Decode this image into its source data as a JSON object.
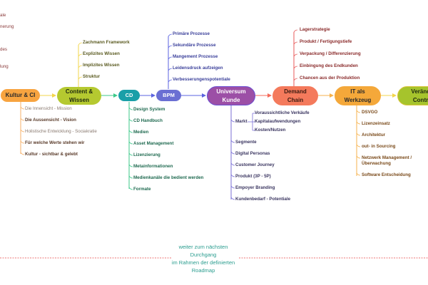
{
  "colors": {
    "kultur": "#f7a440",
    "content": "#b5c930",
    "cd": "#1a9fa8",
    "bpm": "#6a6fd3",
    "universum": "#9c4fa6",
    "demand": "#f47a5c",
    "it": "#f4a83a",
    "veraenderung": "#a6c42c",
    "footer_text": "#2a9d8f",
    "divider": "#e84a4a"
  },
  "left_fragments": [
    "ale",
    "nerung",
    "des",
    "lung"
  ],
  "nodes": {
    "kultur": "Kultur & CI",
    "content": [
      "Content &",
      "Wissen"
    ],
    "cd": "CD",
    "bpm": "BPM",
    "universum": [
      "Universum",
      "Kunde"
    ],
    "demand": [
      "Demand",
      "Chain"
    ],
    "it": [
      "IT als",
      "Werkzeug"
    ],
    "veraenderung": [
      "Verände",
      "Contro"
    ]
  },
  "kultur_children": [
    "Die Innensicht - Mission",
    "Die Aussensicht - Vision",
    "Holistische Entwicklung  - Sociakratie",
    "Für welche Werte stehen wir",
    "Kultur - sichtbar & gelebt"
  ],
  "content_children": [
    "Zachmann Framework",
    "Explizites Wissen",
    "Implizites Wissen",
    "Struktur"
  ],
  "cd_children": [
    "Design System",
    "CD Handbuch",
    "Medien",
    "Asset Management",
    "Lizenzierung",
    "Metainformationen",
    "Medienkanäle die bedient werden",
    "Formate"
  ],
  "bpm_children": [
    "Primäre Prozesse",
    "Sekundäre Prozesse",
    "Mangement Prozesse",
    "Leidensdruck aufzeigen",
    "Verbesserungenspotentiale"
  ],
  "universum_children": {
    "markt": "Markt",
    "markt_children": [
      "Voraussichtliche Verkäufe",
      "Kapitalaufwendungen",
      "Kosten/Nutzen"
    ],
    "items": [
      "Segmente",
      "Digital Personas",
      "Customer Journey",
      "Produkt (3P - 5P)",
      "Empoyer Branding",
      "Kundenbedarf  - Potentiale"
    ]
  },
  "demand_children": [
    "Lagerstrategie",
    "Produkt / Fertigungstiefe",
    "Verpackung / Differenzierung",
    "Einbingung des Endkunden",
    "Chancen aus der Produktion"
  ],
  "it_children": [
    "DSVGO",
    "Lizenzeinsatz",
    "Architektur",
    "out- in Sourcing",
    "Netzwerk Management /",
    "Überwachung",
    "Software Entscheidung"
  ],
  "footer": [
    "weiter zum nächsten",
    "Durchgang",
    "im Rahmen der definierten",
    "Roadmap"
  ]
}
